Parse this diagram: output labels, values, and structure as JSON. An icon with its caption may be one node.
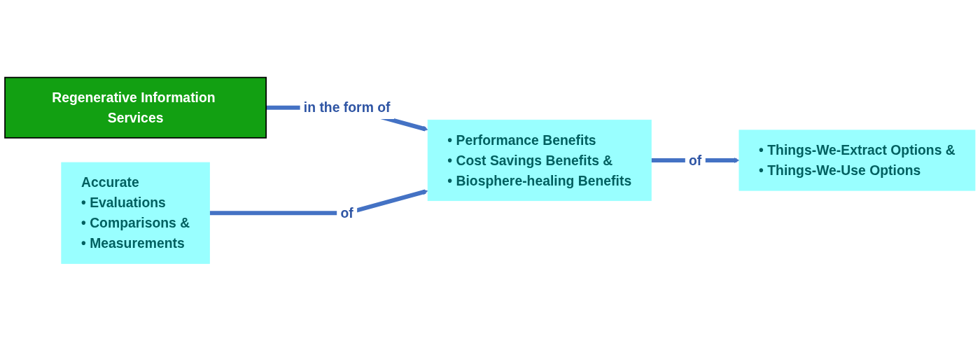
{
  "diagram": {
    "nodes": [
      {
        "text": [
          "Regenerative Information Services"
        ]
      },
      {
        "text": [
          "Accurate",
          "• Evaluations",
          "• Comparisons &",
          "• Measurements"
        ]
      },
      {
        "text": [
          "• Performance Benefits",
          "• Cost Savings Benefits &",
          "• Biosphere-healing Benefits"
        ]
      },
      {
        "text": [
          "• Things-We-Extract Options &",
          "• Things-We-Use Options"
        ]
      }
    ],
    "edges": [
      {
        "from": 0,
        "to": 2,
        "arrow": "to",
        "label": "in the form of"
      },
      {
        "from": 1,
        "to": 2,
        "arrow": "to",
        "label": "of"
      },
      {
        "from": 2,
        "to": 3,
        "arrow": "to",
        "label": "of"
      }
    ]
  }
}
